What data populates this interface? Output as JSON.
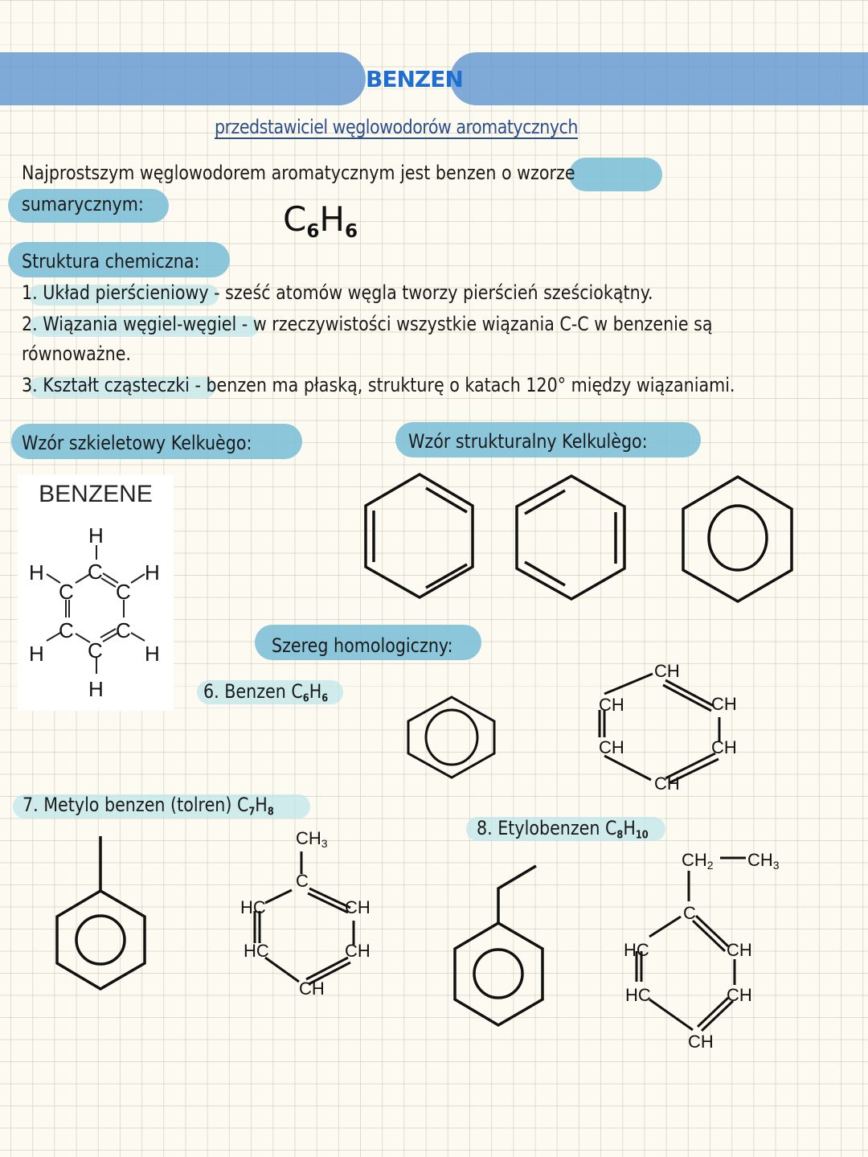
{
  "header": {
    "title": "BENZEN",
    "subtitle": "przedstawiciel węglowodorów aromatycznych",
    "banner_color": "#5b93cf",
    "title_color": "#1e6fd1"
  },
  "intro": {
    "line1": "Najprostszym węglowodorem aromatycznym jest benzen o ",
    "highlight1": "wzorze",
    "highlight2": "sumarycznym:",
    "formula_c": "C",
    "formula_c_sub": "6",
    "formula_h": "H",
    "formula_h_sub": "6"
  },
  "structure": {
    "heading": "Struktura chemiczna:",
    "items": [
      {
        "label": "1. Układ pierścieniowy",
        "text": " - sześć atomów węgla tworzy pierścień sześciokątny."
      },
      {
        "label": "2. Wiązania węgiel-węgiel",
        "text": " - w rzeczywistości wszystkie wiązania C-C w benzenie są"
      },
      {
        "label": "",
        "text": "równoważne."
      },
      {
        "label": "3. Kształt cząsteczki",
        "text": " - benzen ma płaską, strukturę o katach 120° między wiązaniami."
      }
    ]
  },
  "skeletal": {
    "heading": "Wzór szkieletowy Kelkuègo:",
    "card_caption": "BENZENE",
    "atoms": {
      "C": "C",
      "H": "H"
    }
  },
  "structural": {
    "heading": "Wzór strukturalny Kelkulègo:"
  },
  "homologous": {
    "heading": "Szereg homologiczny:",
    "items": [
      {
        "label": "6. Benzen C",
        "sub1": "6",
        "mid": "H",
        "sub2": "6",
        "atoms": [
          "CH",
          "CH",
          "CH",
          "CH",
          "CH",
          "CH"
        ]
      },
      {
        "label": "7. Metylo benzen (tolren) C",
        "sub1": "7",
        "mid": "H",
        "sub2": "8",
        "substituent": "CH",
        "substituent_sub": "3",
        "atoms": [
          "C",
          "HC",
          "HC",
          "CH",
          "CH",
          "CH"
        ]
      },
      {
        "label": "8. Etylobenzen C",
        "sub1": "8",
        "mid": "H",
        "sub2": "10",
        "substituent_a": "CH",
        "substituent_a_sub": "2",
        "substituent_b": "CH",
        "substituent_b_sub": "3",
        "atoms": [
          "C",
          "HC",
          "HC",
          "CH",
          "CH",
          "CH"
        ]
      }
    ]
  },
  "colors": {
    "highlight": "#7ec0d8",
    "highlight_light": "#bfe6ea",
    "paper": "#fdfbf1",
    "grid": "#d8d2bd"
  }
}
